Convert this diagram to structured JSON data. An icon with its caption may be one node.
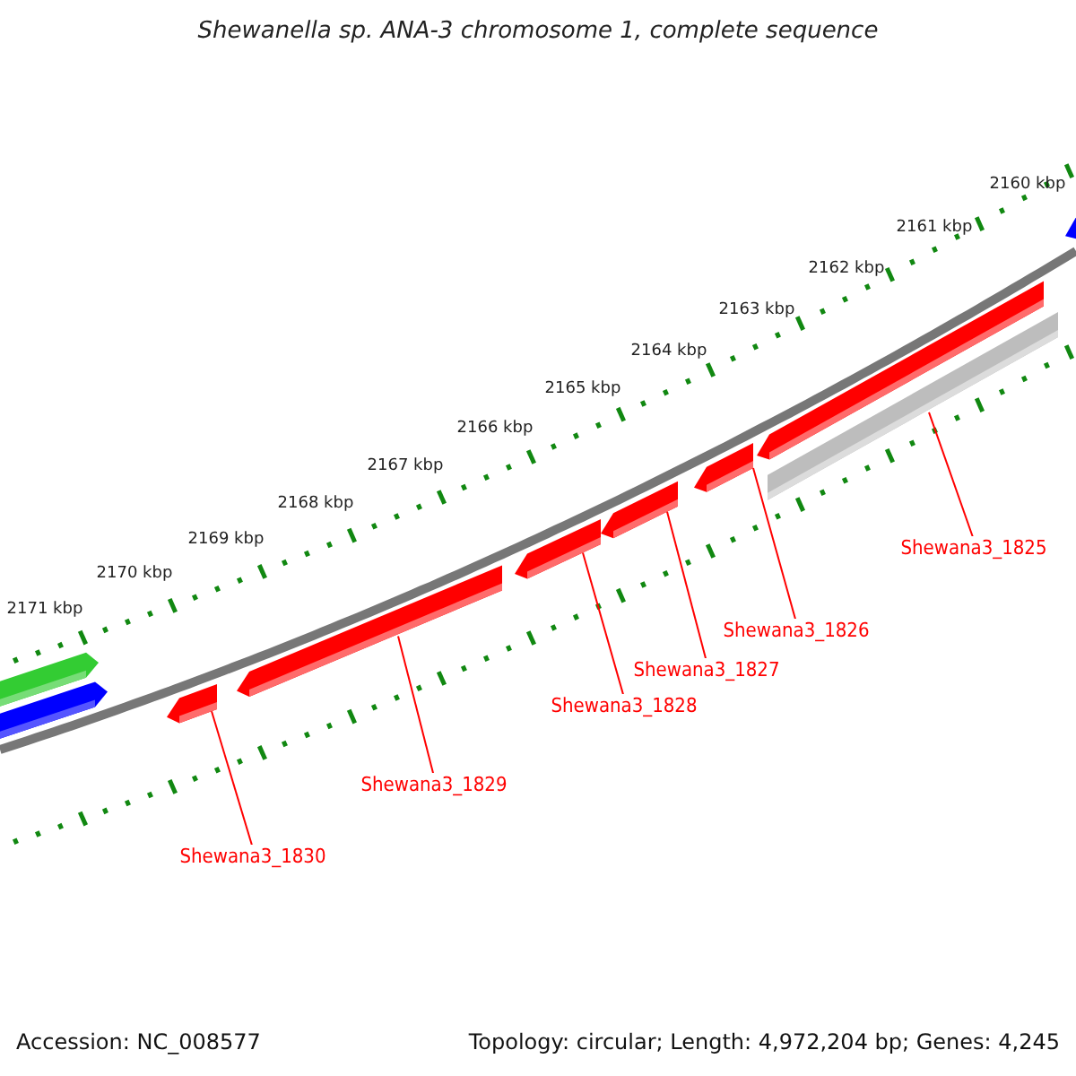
{
  "diagram": {
    "title": "Shewanella sp. ANA-3 chromosome 1, complete sequence",
    "nodes": [
      {
        "text": [
          "Shewana3_1825"
        ]
      },
      {
        "text": [
          "Shewana3_1826"
        ]
      },
      {
        "text": [
          "Shewana3_1827"
        ]
      },
      {
        "text": [
          "Shewana3_1828"
        ]
      },
      {
        "text": [
          "Shewana3_1829"
        ]
      },
      {
        "text": [
          "Shewana3_1830"
        ]
      },
      {
        "text": [],
        "shape": "arrow"
      },
      {
        "text": [],
        "shape": "arrow"
      },
      {
        "text": [],
        "shape": "arrow"
      },
      {
        "text": [],
        "shape": "arrow"
      },
      {
        "text": [],
        "shape": "arrow"
      },
      {
        "text": [],
        "shape": "bar"
      }
    ],
    "edges": [
      {
        "from": 0,
        "to": 11,
        "arrow": "none"
      },
      {
        "from": 1,
        "to": 10,
        "arrow": "none"
      },
      {
        "from": 2,
        "to": 9,
        "arrow": "none"
      },
      {
        "from": 3,
        "to": 8,
        "arrow": "none"
      },
      {
        "from": 4,
        "to": 7,
        "arrow": "none"
      },
      {
        "from": 5,
        "to": 6,
        "arrow": "none"
      }
    ],
    "labels": [
      "2160 kbp",
      "2161 kbp",
      "2162 kbp",
      "2163 kbp",
      "2164 kbp",
      "2165 kbp",
      "2166 kbp",
      "2167 kbp",
      "2168 kbp",
      "2169 kbp",
      "2170 kbp",
      "2171 kbp",
      "Accession: NC_008577",
      "Topology: circular; Length: 4,972,204 bp; Genes: 4,245"
    ]
  }
}
